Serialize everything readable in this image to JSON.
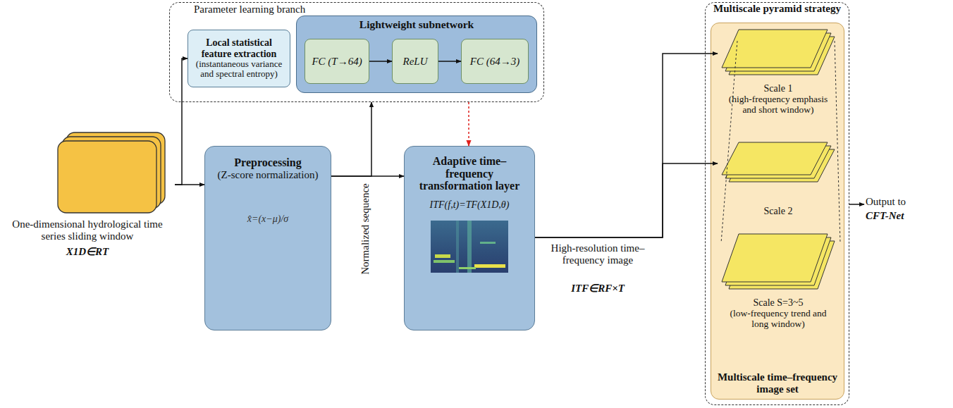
{
  "diagram": {
    "nodes": [
      {
        "text": [
          "Parameter learning branch"
        ]
      },
      {
        "text": [
          "Local statistical feature extraction",
          "(instantaneous variance and spectral entropy)"
        ],
        "in": 0
      },
      {
        "text": [
          "Lightweight subnetwork"
        ],
        "in": 0
      },
      {
        "text": [
          "FC (T→64)"
        ],
        "in": 2
      },
      {
        "text": [
          "ReLU"
        ],
        "in": 2
      },
      {
        "text": [
          "FC (64→3)"
        ],
        "in": 2
      },
      {
        "text": [
          "One-dimensional hydrological time series sliding window",
          "X1D∈RT"
        ]
      },
      {
        "text": [
          "Preprocessing",
          "(Z-score normalization)",
          "x̂=(x−μ)/σ"
        ]
      },
      {
        "text": [
          "Adaptive time–frequency transformation layer",
          "ITF(f,t)=TF(X1D,θ)"
        ]
      },
      {
        "text": [
          "Multiscale pyramid strategy"
        ]
      },
      {
        "text": [
          "Multiscale time–frequency image set"
        ],
        "in": 9
      },
      {
        "text": [
          "Scale 1",
          "(high-frequency emphasis and short window)"
        ],
        "in": 10
      },
      {
        "text": [
          "Scale 2"
        ],
        "in": 10
      },
      {
        "text": [
          "Scale S=3~5",
          "(low-frequency trend and long window)"
        ],
        "in": 10
      }
    ],
    "edges": [
      {
        "from": 6,
        "to": 7,
        "arrow": "to"
      },
      {
        "from": 6,
        "to": 1,
        "arrow": "to"
      },
      {
        "from": 7,
        "to": 8,
        "label": "Normalized sequence",
        "arrow": "to"
      },
      {
        "from": 7,
        "to": 0,
        "arrow": "to"
      },
      {
        "from": 3,
        "to": 4,
        "arrow": "to"
      },
      {
        "from": 4,
        "to": 5,
        "arrow": "to"
      },
      {
        "from": 0,
        "to": 8,
        "arrow": "to"
      },
      {
        "from": 8,
        "to": 11,
        "label": "High-resolution time–frequency image",
        "arrow": "to"
      },
      {
        "from": 8,
        "to": 12,
        "arrow": "to"
      }
    ],
    "labels": [
      "ITF∈RF×T",
      "Output to",
      "CFT-Net"
    ]
  }
}
